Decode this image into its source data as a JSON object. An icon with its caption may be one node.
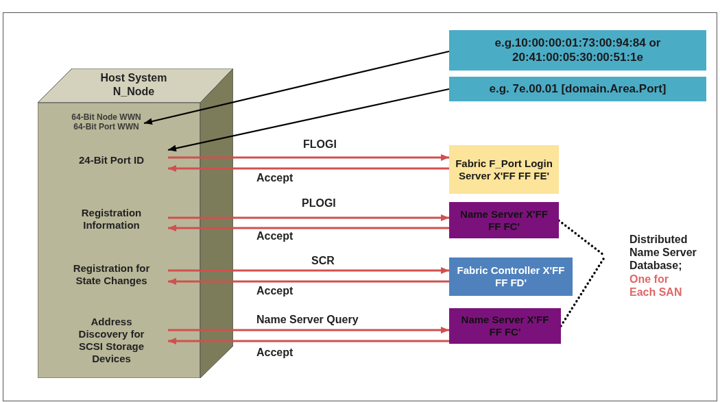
{
  "diagram": {
    "nodes": [
      {
        "text": [
          "Host System N_Node"
        ]
      },
      {
        "text": [
          "64-Bit Node WWN 64-Bit Port WWN"
        ],
        "in": 0
      },
      {
        "text": [
          "24-Bit Port ID"
        ],
        "in": 0
      },
      {
        "text": [
          "Registration Information"
        ],
        "in": 0
      },
      {
        "text": [
          "Registration for State Changes"
        ],
        "in": 0
      },
      {
        "text": [
          "Address Discovery for SCSI Storage Devices"
        ],
        "in": 0
      },
      {
        "text": [
          "e.g.10:00:00:01:73:00:94:84 or 20:41:00:05:30:00:51:1e"
        ]
      },
      {
        "text": [
          "e.g. 7e.00.01 [domain.Area.Port]"
        ]
      },
      {
        "text": [
          "Fabric F_Port Login Server X'FF FF FE'"
        ]
      },
      {
        "text": [
          "Name Server X'FF FF FC'"
        ]
      },
      {
        "text": [
          "Fabric Controller X'FF FF FD'"
        ]
      },
      {
        "text": [
          "Name Server X'FF FF FC'"
        ]
      },
      {
        "text": [
          "Distributed Name Server Database;",
          "One for Each SAN"
        ]
      }
    ],
    "edges": [
      {
        "from": 6,
        "to": 1,
        "arrow": "to",
        "color": "#000000"
      },
      {
        "from": 7,
        "to": 2,
        "arrow": "to",
        "color": "#000000"
      },
      {
        "from": 2,
        "to": 8,
        "arrow": "to",
        "label": "FLOGI"
      },
      {
        "from": 8,
        "to": 2,
        "arrow": "to",
        "label": "Accept"
      },
      {
        "from": 3,
        "to": 9,
        "arrow": "to",
        "label": "PLOGI"
      },
      {
        "from": 9,
        "to": 3,
        "arrow": "to",
        "label": "Accept"
      },
      {
        "from": 4,
        "to": 10,
        "arrow": "to",
        "label": "SCR"
      },
      {
        "from": 10,
        "to": 4,
        "arrow": "to",
        "label": "Accept"
      },
      {
        "from": 5,
        "to": 11,
        "arrow": "to",
        "label": "Name Server Query"
      },
      {
        "from": 11,
        "to": 5,
        "arrow": "to",
        "label": "Accept"
      },
      {
        "from": 9,
        "to": 12,
        "arrow": "none",
        "style": "dashed",
        "color": "#000000"
      },
      {
        "from": 11,
        "to": 12,
        "arrow": "none",
        "style": "dashed",
        "color": "#000000"
      }
    ]
  }
}
